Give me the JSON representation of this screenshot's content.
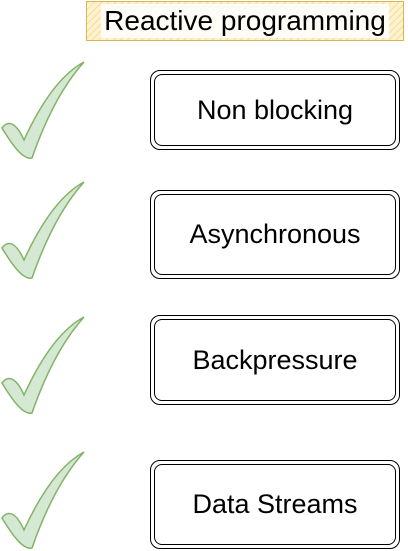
{
  "title": "Reactive programming",
  "features": [
    {
      "label": "Non blocking",
      "icon": "checkmark-icon"
    },
    {
      "label": "Asynchronous",
      "icon": "checkmark-icon"
    },
    {
      "label": "Backpressure",
      "icon": "checkmark-icon"
    },
    {
      "label": "Data Streams",
      "icon": "checkmark-icon"
    }
  ],
  "colors": {
    "check_fill": "#d5e8d4",
    "check_stroke": "#82b366",
    "title_fill": "#fff2cc",
    "title_stroke": "#d6b656"
  }
}
